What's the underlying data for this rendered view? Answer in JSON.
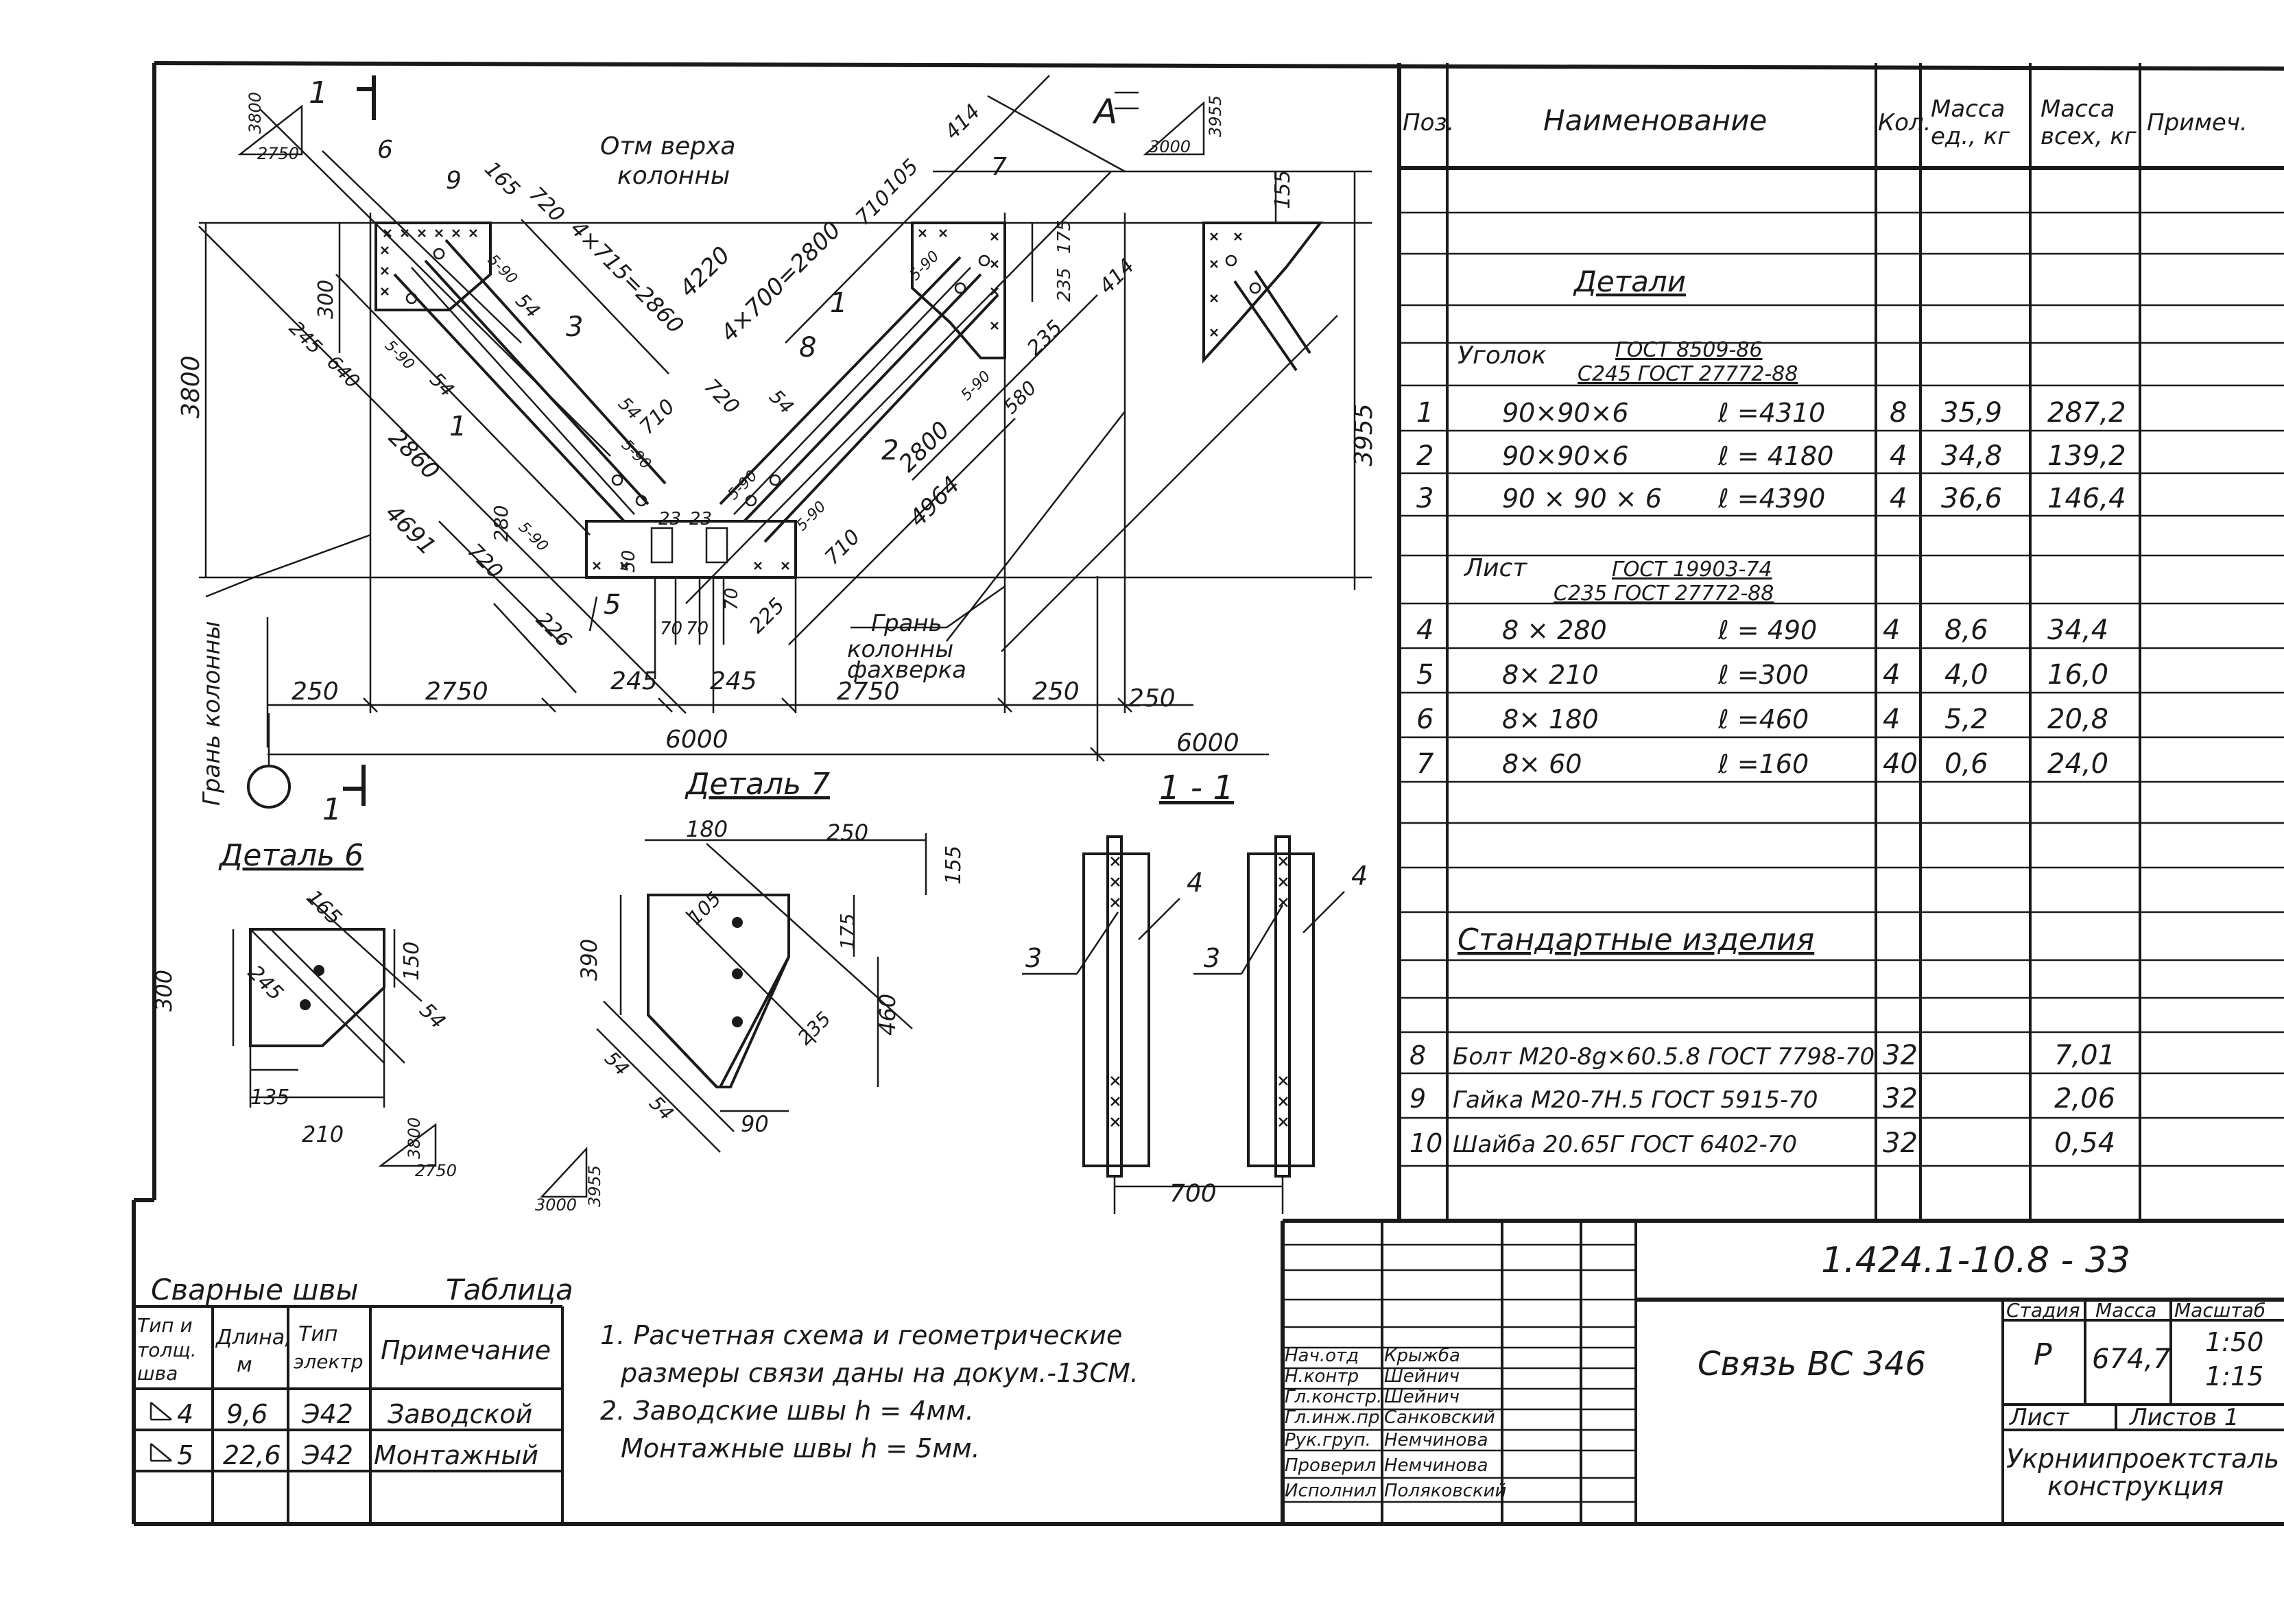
{
  "drawing": {
    "labels": {
      "section_mark": "1",
      "axis_mark": "А",
      "top_mark_line1": "Отм верха",
      "top_mark_line2": "колонны",
      "column_face": "Грань колонны",
      "face_line1": "Грань",
      "face_line2": "колонны",
      "face_line3": "фахверка",
      "slope_left_v": "3800",
      "slope_left_h": "2750",
      "slope_right_v": "3955",
      "slope_right_h": "3000"
    },
    "dims": {
      "d165": "165",
      "d720": "720",
      "d4x715": "4×715=2860",
      "d4220": "4220",
      "d4x700": "4×700=2800",
      "d710a": "710",
      "d105": "105",
      "d414a": "414",
      "d155": "155",
      "d175": "175",
      "d235a": "235",
      "d414b": "414",
      "d235b": "235",
      "d580": "580",
      "d3800": "3800",
      "d3955": "3955",
      "d300": "300",
      "d245": "245",
      "d640": "640",
      "d54a": "54",
      "d54b": "54",
      "d54c": "54",
      "d54d": "54",
      "d710b": "710",
      "d720b": "720",
      "d2860": "2860",
      "d2800": "2800",
      "d4964": "4964",
      "d4691": "4691",
      "d280": "280",
      "d720c": "720",
      "d226": "226",
      "d23a": "23",
      "d23b": "23",
      "d50": "50",
      "d70a": "70",
      "d70b": "70",
      "d70c": "70",
      "d225": "225",
      "d710c": "710",
      "w590a": "5-90",
      "w590b": "5-90",
      "w590c": "5-90",
      "w590d": "5-90",
      "w590e": "5-90",
      "w590f": "5-90",
      "w590g": "5-90",
      "w590h": "5-90",
      "b250a": "250",
      "b2750a": "2750",
      "b245a": "245",
      "b245b": "245",
      "b2750b": "2750",
      "b250b": "250",
      "b250c": "250",
      "b6000a": "6000",
      "b6000b": "6000"
    },
    "pos": {
      "p1a": "1",
      "p1b": "1",
      "p2": "2",
      "p3": "3",
      "p5": "5",
      "p6": "6",
      "p7": "7",
      "p8": "8",
      "p9": "9"
    }
  },
  "detail6": {
    "title": "Деталь 6",
    "dims": {
      "d165": "165",
      "d245": "245",
      "d150": "150",
      "d300": "300",
      "d54": "54",
      "d135": "135",
      "d210": "210"
    },
    "slope_v": "3800",
    "slope_h": "2750"
  },
  "detail7": {
    "title": "Деталь 7",
    "dims": {
      "d180": "180",
      "d250": "250",
      "d155": "155",
      "d390": "390",
      "d105": "105",
      "d175": "175",
      "d460": "460",
      "d235": "235",
      "d54a": "54",
      "d54b": "54",
      "d90": "90"
    },
    "slope_v": "3955",
    "slope_h": "3000"
  },
  "section": {
    "title": "1 - 1",
    "labels": {
      "p3a": "3",
      "p4a": "4",
      "p3b": "3",
      "p4b": "4"
    },
    "width": "700"
  },
  "spec": {
    "headers": {
      "pos": "Поз.",
      "name": "Наименование",
      "qty": "Кол.",
      "mass_unit": "Масса\nед., кг",
      "mass_all": "Масса\nвсех, кг",
      "note": "Примеч."
    },
    "details_title": "Детали",
    "angle_group": {
      "name": "Уголок",
      "std_top": "ГОСТ 8509-86",
      "std_bot": "С245  ГОСТ 27772-88"
    },
    "angle_rows": [
      {
        "pos": "1",
        "size": "90×90×6",
        "len": "ℓ =4310",
        "qty": "8",
        "mu": "35,9",
        "ma": "287,2"
      },
      {
        "pos": "2",
        "size": "90×90×6",
        "len": "ℓ = 4180",
        "qty": "4",
        "mu": "34,8",
        "ma": "139,2"
      },
      {
        "pos": "3",
        "size": "90 × 90 × 6",
        "len": "ℓ =4390",
        "qty": "4",
        "mu": "36,6",
        "ma": "146,4"
      }
    ],
    "sheet_group": {
      "name": "Лист",
      "std_top": "ГОСТ 19903-74",
      "std_bot": "С235  ГОСТ 27772-88"
    },
    "sheet_rows": [
      {
        "pos": "4",
        "size": "8 × 280",
        "len": "ℓ = 490",
        "qty": "4",
        "mu": "8,6",
        "ma": "34,4"
      },
      {
        "pos": "5",
        "size": "8× 210",
        "len": "ℓ =300",
        "qty": "4",
        "mu": "4,0",
        "ma": "16,0"
      },
      {
        "pos": "6",
        "size": "8× 180",
        "len": "ℓ =460",
        "qty": "4",
        "mu": "5,2",
        "ma": "20,8"
      },
      {
        "pos": "7",
        "size": "8×  60",
        "len": "ℓ =160",
        "qty": "40",
        "mu": "0,6",
        "ma": "24,0"
      }
    ],
    "std_title": "Стандартные   изделия",
    "std_rows": [
      {
        "pos": "8",
        "name": "Болт М20-8g×60.5.8 ГОСТ 7798-70",
        "qty": "32",
        "ma": "7,01"
      },
      {
        "pos": "9",
        "name": "Гайка М20-7Н.5  ГОСТ 5915-70",
        "qty": "32",
        "ma": "2,06"
      },
      {
        "pos": "10",
        "name": "Шайба 20.65Г   ГОСТ 6402-70",
        "qty": "32",
        "ma": "0,54"
      }
    ]
  },
  "welds": {
    "title": "Сварные  швы",
    "table_label": "Таблица",
    "headers": {
      "type": "Тип и\nтолщ.\nшва",
      "len": "Длина,\nм",
      "el": "Тип\nэлектр",
      "note": "Примечание"
    },
    "rows": [
      {
        "type": "4",
        "len": "9,6",
        "el": "Э42",
        "note": "Заводской"
      },
      {
        "type": "5",
        "len": "22,6",
        "el": "Э42",
        "note": "Монтажный"
      }
    ]
  },
  "notes": [
    "1. Расчетная схема и геометрические",
    "размеры связи даны на докум.-13СМ.",
    "2. Заводские швы  h = 4мм.",
    "Монтажные швы  h = 5мм."
  ],
  "titleblock": {
    "code": "1.424.1-10.8 - 33",
    "name": "Связь ВС 346",
    "stage_label": "Стадия",
    "mass_label": "Масса",
    "scale_label": "Масштаб",
    "stage": "Р",
    "mass": "674,7",
    "scale1": "1:50",
    "scale2": "1:15",
    "sheet_label": "Лист",
    "sheets_label": "Листов  1",
    "org1": "Укрниипроектсталь",
    "org2": "конструкция",
    "roles": [
      "Нач.отд",
      "Н.контр",
      "Гл.констр.",
      "Гл.инж.пр",
      "Рук.груп.",
      "Проверил",
      "Исполнил"
    ],
    "persons": [
      "Крыжба",
      "Шейнич",
      "Шейнич",
      "Санковский",
      "Немчинова",
      "Немчинова",
      "Поляковский"
    ]
  }
}
